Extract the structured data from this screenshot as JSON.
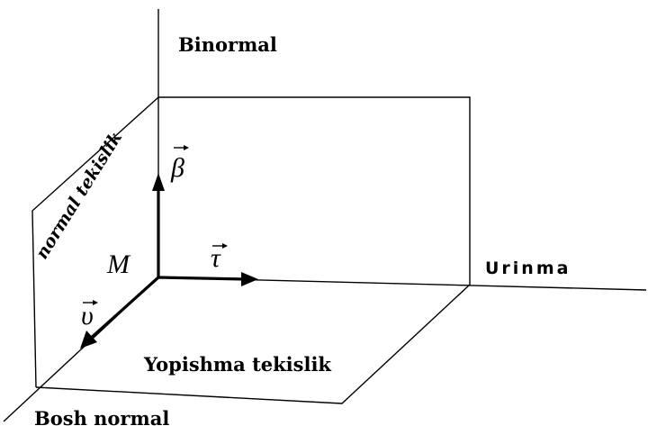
{
  "labels": {
    "binormal": "Binormal",
    "urinma": "Urinma",
    "bosh_normal": "Bosh normal",
    "normal_plane": "normal tekislik",
    "osculating_plane": "Yopishma tekislik",
    "point": "M",
    "beta": "β",
    "tau": "τ",
    "nu": "υ"
  }
}
